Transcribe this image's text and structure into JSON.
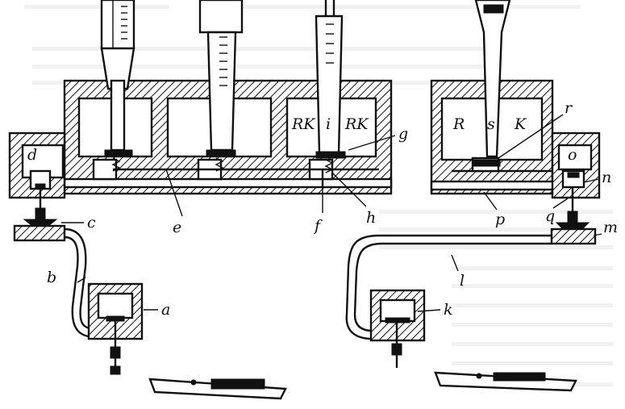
{
  "labels": {
    "a": "a",
    "b": "b",
    "c": "c",
    "d": "d",
    "e": "e",
    "f": "f",
    "g": "g",
    "h": "h",
    "i": "i",
    "k": "k",
    "l": "l",
    "m": "m",
    "n": "n",
    "o": "o",
    "p": "p",
    "q": "q",
    "r": "r",
    "s": "s",
    "R": "R",
    "K": "K",
    "RK1": "RK",
    "RK2": "RK"
  },
  "colors": {
    "ink": "#111111",
    "paper": "#ffffff"
  }
}
